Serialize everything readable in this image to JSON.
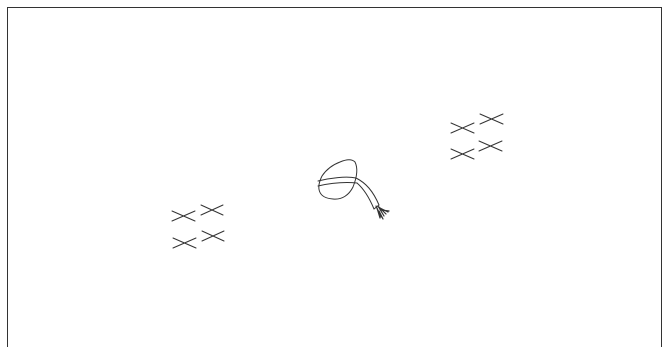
{
  "diagram": {
    "background_color": "#ffffff",
    "stroke_color": "#333333",
    "elements": [
      {
        "kind": "x-mark-group",
        "name": "left-x-mark-group",
        "count": 4
      },
      {
        "kind": "bracket",
        "name": "center-bracket-with-wires"
      },
      {
        "kind": "x-mark-group",
        "name": "right-x-mark-group",
        "count": 4
      }
    ]
  }
}
